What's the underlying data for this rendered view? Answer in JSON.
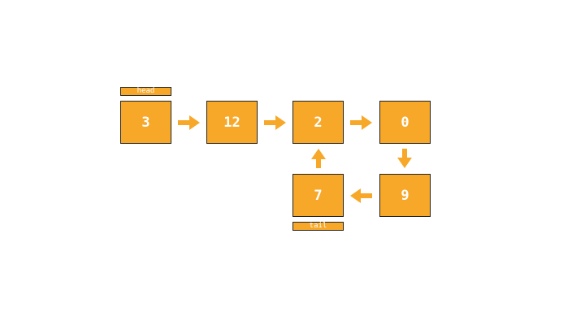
{
  "colors": {
    "node_fill": "#f7a829",
    "arrow": "#f7a829",
    "border": "#222222",
    "text": "#ffffff"
  },
  "nodes": [
    "3",
    "12",
    "2",
    "0",
    "9",
    "7"
  ],
  "labels": {
    "head": "head",
    "tail": "tail"
  },
  "arrows": [
    {
      "from": "3",
      "to": "12",
      "direction": "right"
    },
    {
      "from": "12",
      "to": "2",
      "direction": "right"
    },
    {
      "from": "2",
      "to": "0",
      "direction": "right"
    },
    {
      "from": "0",
      "to": "9",
      "direction": "down"
    },
    {
      "from": "9",
      "to": "7",
      "direction": "left"
    },
    {
      "from": "7",
      "to": "2",
      "direction": "up"
    }
  ]
}
